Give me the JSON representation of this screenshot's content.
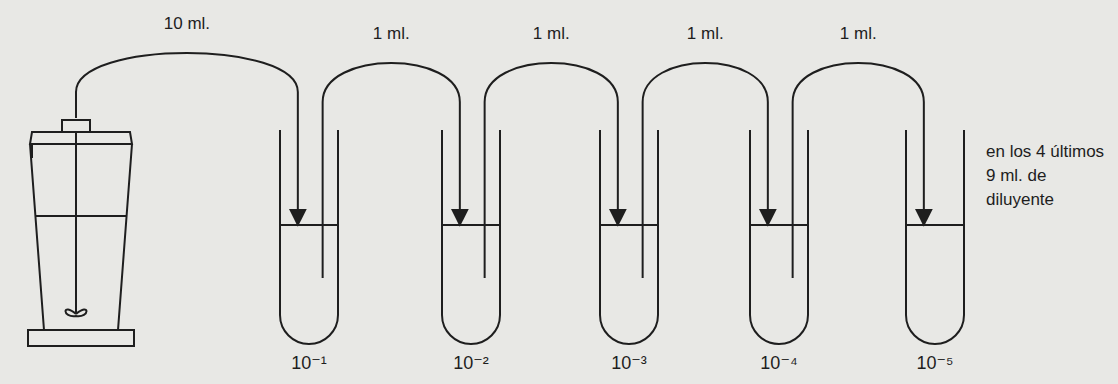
{
  "diagram": {
    "nodes": [
      {
        "text": []
      },
      {
        "text": [
          "10⁻¹"
        ]
      },
      {
        "text": [
          "10⁻²"
        ]
      },
      {
        "text": [
          "10⁻³"
        ]
      },
      {
        "text": [
          "10⁻⁴"
        ]
      },
      {
        "text": [
          "10⁻⁵"
        ]
      }
    ],
    "edges": [
      {
        "from": 0,
        "to": 1,
        "label": "10 ml.",
        "arrow": "to"
      },
      {
        "from": 1,
        "to": 2,
        "label": "1 ml.",
        "arrow": "to"
      },
      {
        "from": 2,
        "to": 3,
        "label": "1 ml.",
        "arrow": "to"
      },
      {
        "from": 3,
        "to": 4,
        "label": "1 ml.",
        "arrow": "to"
      },
      {
        "from": 4,
        "to": 5,
        "label": "1 ml.",
        "arrow": "to"
      }
    ],
    "labels": [
      "en los 4 últimos 9 ml. de diluyente"
    ]
  }
}
